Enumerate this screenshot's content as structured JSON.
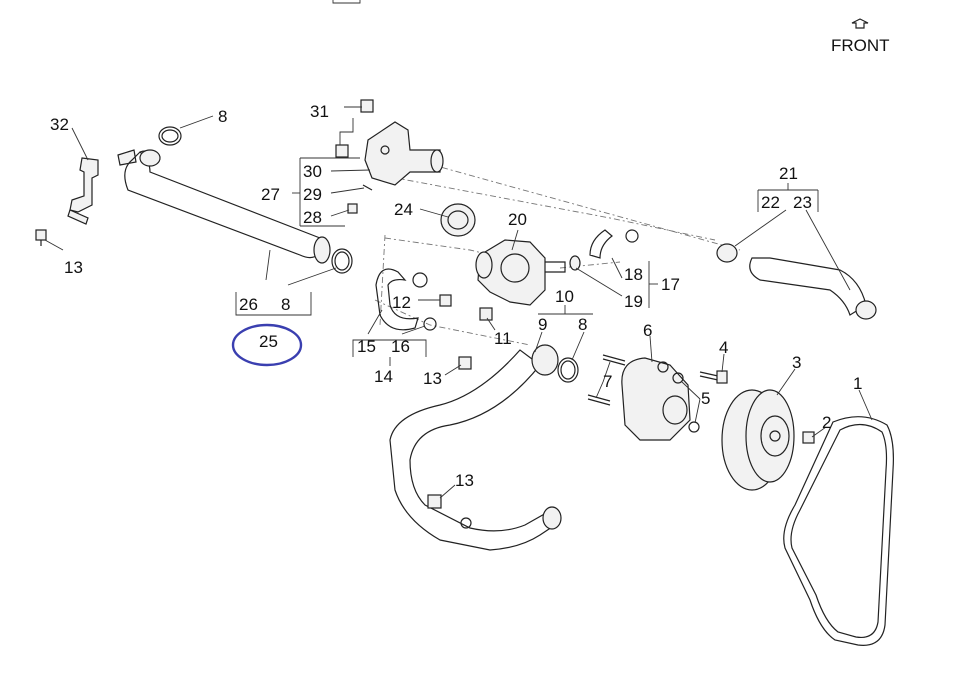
{
  "orientation": {
    "label": "FRONT"
  },
  "highlight": {
    "part_number": "25",
    "color": "#3a3fb0"
  },
  "callouts": {
    "c1": "1",
    "c2": "2",
    "c3": "3",
    "c4": "4",
    "c5": "5",
    "c6": "6",
    "c7": "7",
    "c8a": "8",
    "c8b": "8",
    "c8c": "8",
    "c9": "9",
    "c10": "10",
    "c11": "11",
    "c12": "12",
    "c13a": "13",
    "c13b": "13",
    "c13c": "13",
    "c14": "14",
    "c15": "15",
    "c16": "16",
    "c17": "17",
    "c18": "18",
    "c19": "19",
    "c20": "20",
    "c21": "21",
    "c22": "22",
    "c23": "23",
    "c24": "24",
    "c25": "25",
    "c26": "26",
    "c27": "27",
    "c28": "28",
    "c29": "29",
    "c30": "30",
    "c31": "31",
    "c32": "32"
  },
  "colors": {
    "line": "#222222",
    "dashed": "#777777",
    "highlight": "#3a3fb0"
  }
}
